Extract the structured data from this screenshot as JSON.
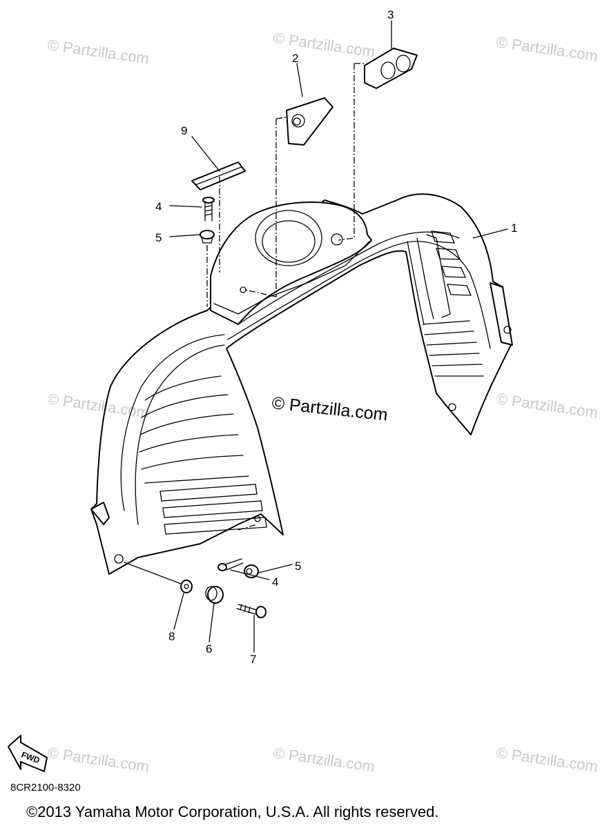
{
  "watermarks": [
    "© Partzilla.com",
    "© Partzilla.com",
    "© Partzilla.com",
    "© Partzilla.com",
    "© Partzilla.com",
    "© Partzilla.com",
    "© Partzilla.com",
    "© Partzilla.com"
  ],
  "center_watermark": "© Partzilla.com",
  "callouts": {
    "p1": "1",
    "p2": "2",
    "p3": "3",
    "p4_top": "4",
    "p5_top": "5",
    "p9": "9",
    "p5_bottom": "5",
    "p4_bottom": "4",
    "p8": "8",
    "p6": "6",
    "p7": "7"
  },
  "fwd_label": "FWD",
  "diagram_code": "8CR2100-8320",
  "copyright": "©2013 Yamaha Motor Corporation, U.S.A. All rights reserved."
}
